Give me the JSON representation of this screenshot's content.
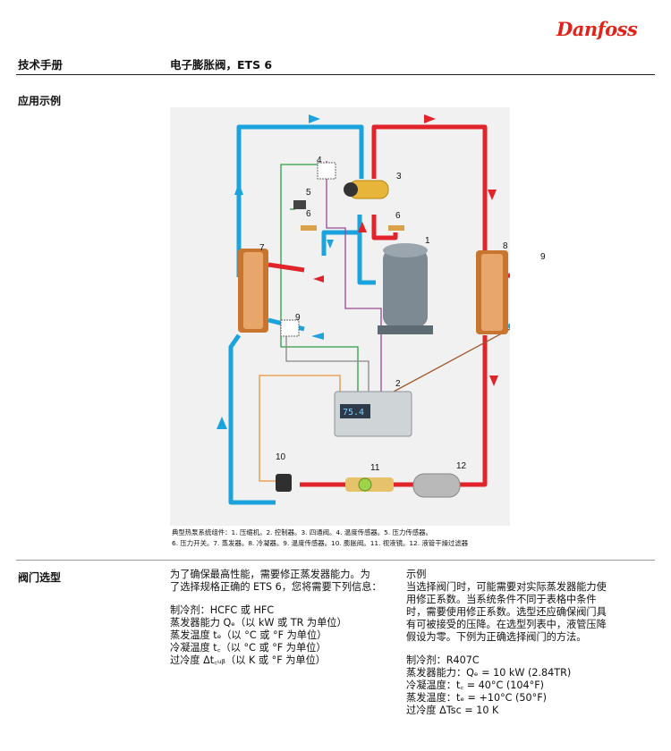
{
  "header": {
    "brand": "Danfoss",
    "left_title": "技术手册",
    "doc_title": "电子膨胀阀，ETS 6"
  },
  "application": {
    "section_title": "应用示例",
    "diagram_labels": {
      "n1": "1",
      "n2": "2",
      "n3": "3",
      "n4": "4",
      "n5": "5",
      "n6a": "6",
      "n6b": "6",
      "n7": "7",
      "n8": "8",
      "n9a": "9",
      "n9b": "9",
      "n10": "10",
      "n11": "11",
      "n12": "12"
    },
    "controller_display": "75.4",
    "caption_line1": "典型热泵系统组件：1. 压缩机。2. 控制器。3. 四通阀。4. 温度传感器。5. 压力传感器。",
    "caption_line2": "6. 压力开关。7. 蒸发器。8. 冷凝器。9. 温度传感器。10. 膨胀阀。11. 视液镜。12. 液管干燥过滤器"
  },
  "valve_selection": {
    "section_title": "阀门选型",
    "left_intro_1": "为了确保最高性能，需要修正蒸发器能力。为",
    "left_intro_2": "了选择规格正确的 ETS 6，您将需要下列信息：",
    "left_items": [
      "制冷剂：HCFC 或 HFC",
      "蒸发器能力 Qₑ（以 kW 或 TR 为单位）",
      "蒸发温度 tₑ（以 °C 或 °F 为单位）",
      "冷凝温度 t꜀（以 °C 或 °F 为单位）",
      "过冷度 Δt꜀ᵤᵦ（以 K 或 °F 为单位）"
    ],
    "example_title": "示例",
    "example_text": [
      "当选择阀门时，可能需要对实际蒸发器能力使",
      "用修正系数。当系统条件不同于表格中条件",
      "时，需要使用修正系数。选型还应确保阀门具",
      "有可被接受的压降。在选型列表中，液管压降",
      "假设为零。下例为正确选择阀门的方法。"
    ],
    "example_values": [
      "制冷剂：R407C",
      "蒸发器能力：Qₑ = 10 kW (2.84TR)",
      "冷凝温度：t꜀ = 40°C (104°F)",
      "蒸发温度：tₑ = +10°C (50°F)",
      "过冷度 ΔTsc = 10 K"
    ]
  }
}
